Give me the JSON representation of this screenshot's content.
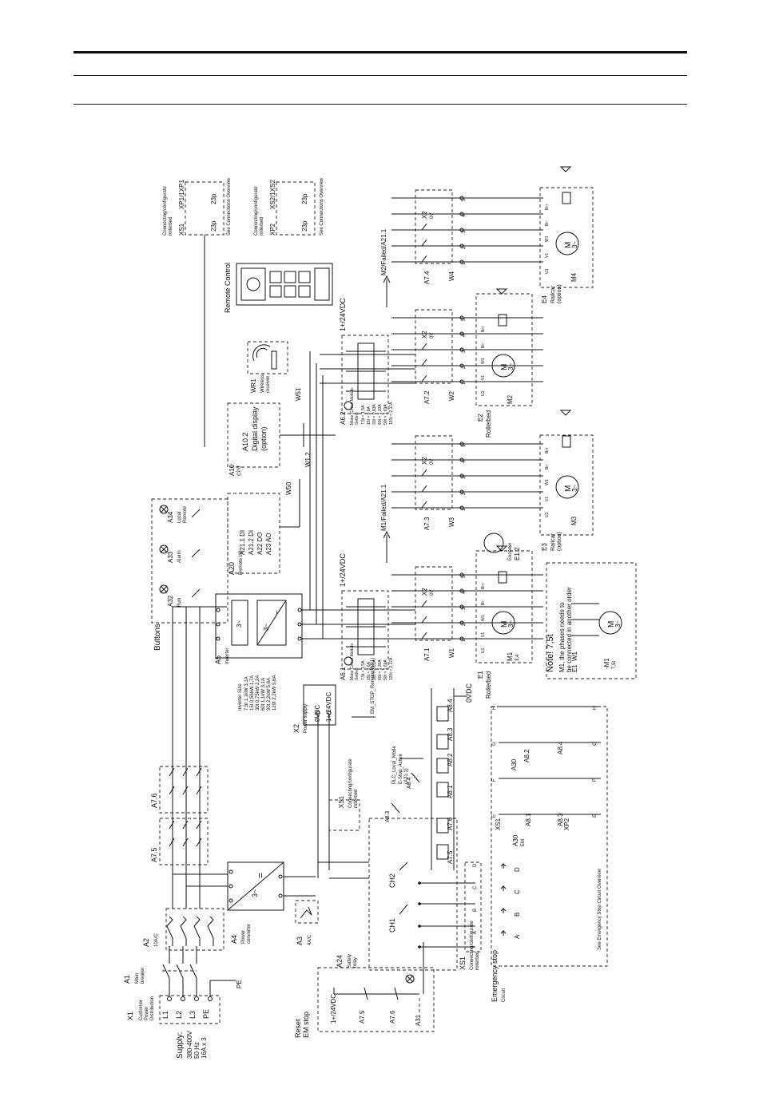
{
  "header": {
    "rule_count": 3
  },
  "labels": {
    "supply": "Supply:",
    "supply_spec": [
      "380-400V",
      "50 Hz",
      "16A x 3"
    ],
    "x1": "X1",
    "x1_desc": [
      "Customer",
      "Power",
      "Distribution"
    ],
    "terms": [
      "L1",
      "L2",
      "L3",
      "PE"
    ],
    "pe": "PE",
    "a1": "A1",
    "a1_desc": [
      "Main",
      "breaker"
    ],
    "a2": "A2",
    "a2_desc": "10A/C",
    "a4": "A4",
    "a4_desc": [
      "Power",
      "converter"
    ],
    "a3": "A3",
    "a3_desc": "4A/C",
    "a24": "A24",
    "a24_desc": [
      "Safety",
      "relay"
    ],
    "ch1": "CH1",
    "ch2": "CH2",
    "xs1_safety": "XS1",
    "xs1_safety_desc": [
      "Connecting/configurate",
      "rollerbed"
    ],
    "reset": [
      "Reset",
      "EM stop"
    ],
    "reset_supply": "1+/24VDC",
    "reset_items": [
      "A7.5",
      "A7.6",
      "A31"
    ],
    "a75": "A7.5",
    "a76": "A7.6",
    "a5": "A5",
    "a5_desc": "Inverter",
    "inverter_title": "Inverter Size",
    "inverter_rows": [
      "7,5t  1,1kW  3,1A",
      "15t  0,55kW 1,7A",
      "30t  0,75kW 2,2A",
      "60t  1,1kW  3,1A",
      "90t  2,2kW  5,6A",
      "120t 2,2kW  5,6A"
    ],
    "buttons": "Buttons",
    "a32": "A32",
    "a32_desc": "Run",
    "a33": "A33",
    "a33_desc": "Alarm",
    "a34": "A34",
    "a34_desc": [
      "Local",
      "Remote"
    ],
    "a20": "A20",
    "a20_desc": "Remote I/O",
    "a20_io": [
      "A21.1 DI",
      "A21.2 DI",
      "A22   DO",
      "A23   AO"
    ],
    "w50": "W50",
    "a10": "A10",
    "a10_desc": "CPU",
    "a10_2": "A10.2",
    "a10_2_desc": [
      "Digital display",
      "(option)"
    ],
    "w12": "W1.2",
    "wr1": "WR1",
    "wr1_desc": [
      "Wireless",
      "receiver"
    ],
    "w51": "W51",
    "remote": "Remote Control",
    "xs1": "XS1",
    "xs1_desc": [
      "Connecting/configurate",
      "rollerbed"
    ],
    "xp1": "XP1/1XP1",
    "pin23": "23p",
    "see_conn": "See Connections Overview",
    "xp2": "XP2",
    "xs2": "XS2/1XS2",
    "x2": "X2",
    "x2_desc": "Power supply",
    "ps_0v": "0VDC",
    "ps_24v": "1+/24VDC",
    "xs1_mid": "XS1",
    "xs1_mid_desc": [
      "Connecting/configurate",
      "rollerbed"
    ],
    "em_stop_remote": "EM_STOP_Remote(WR1)",
    "plc_local": "PLC_Local_Mode",
    "estop_active": [
      "E-Stop_Active",
      "(A21.1)"
    ],
    "relays": [
      "A8.1",
      "A8.2",
      "A8.3",
      "A8.4",
      "A7.5",
      "A7.6"
    ],
    "a6_1": "A6.1",
    "a6_2": "A6.2",
    "mcm_title": [
      "Motor Circuit Module",
      "Setting"
    ],
    "mcm_rows": [
      "7,5t  = 1,5A",
      "15t   = 0,6A",
      "30t   = 0,83A",
      "60t   = 1,33A",
      "90t   = 1,69A",
      "120t  = 2,17A"
    ],
    "supply_24": "1+/24VDC",
    "m1_failed": "M1/Failed/A21.1",
    "m2_failed": "M2/Failed/A21.1",
    "a7": [
      "A7.1",
      "A7.2",
      "A7.3",
      "A7.4"
    ],
    "w": [
      "W1",
      "W2",
      "W3",
      "W4"
    ],
    "x2_small": "X2",
    "v0": "0V",
    "e1": "E1",
    "e1_desc": "Rollerbed",
    "e2": "E2",
    "e2_desc": "Rollerbed",
    "e3": "E3",
    "e3_desc": [
      "Railcar",
      "(option)"
    ],
    "e4": "E4",
    "e4_desc": [
      "Railcar",
      "(option)"
    ],
    "m1": "M1",
    "m1_sub": "3,4",
    "m2": "M2",
    "m3": "M3",
    "m4": "M4",
    "motor": "M",
    "motor_ph": "3~",
    "encoder": "Encoder",
    "e12": "E1.2",
    "note_title": "Note! 7,5t",
    "note_lines": [
      "M1, the phases needs to",
      "be connected in another order"
    ],
    "note_e1": "E1",
    "note_w1": "W1",
    "note_m1": "-M1",
    "note_m1_sub": "7,5t",
    "estop_circuit": "Emergency stop",
    "estop_circuit_sub": "Circuit",
    "estop_xs1": "XS1",
    "estop_xp2": "XP2",
    "estop_a30": "A30",
    "estop_a30_desc": "EM",
    "estop_a81": "A8.1",
    "estop_a83": "A8.3",
    "estop_a82": "A8.2",
    "estop_a84": "A8.4",
    "estop_a30b": "A30",
    "estop_letters": [
      "A",
      "B",
      "C",
      "D"
    ],
    "estop_overview": "See Emergency Stop Circuit Overview",
    "pins_efgh": [
      "E",
      "F",
      "G",
      "H"
    ],
    "motor_terms": [
      "U1",
      "V1",
      "W1",
      "Br-",
      "Br+"
    ]
  }
}
